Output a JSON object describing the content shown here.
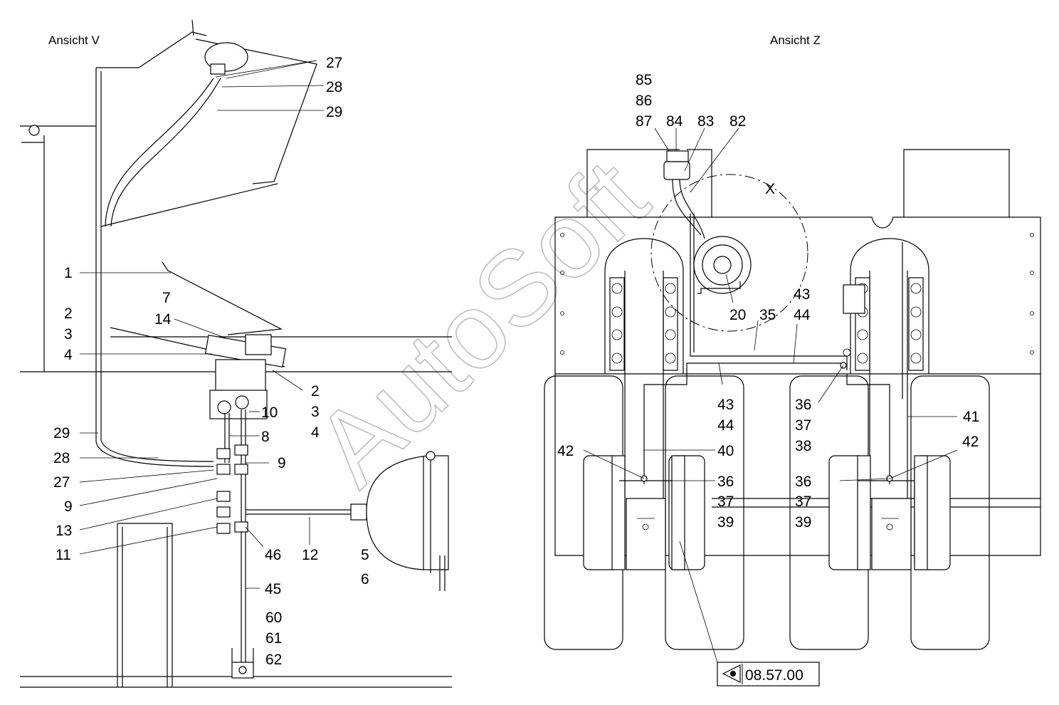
{
  "views": {
    "left_title": "Ansicht V",
    "right_title": "Ansicht Z",
    "detail_marker": "X"
  },
  "watermark": "AutoSoft",
  "reference_box": {
    "text": "08.57.00",
    "icon": "eye-reference-icon"
  },
  "left_labels": {
    "l27a": "27",
    "l28a": "28",
    "l29a": "29",
    "l1": "1",
    "l7": "7",
    "l14": "14",
    "l2a": "2",
    "l3a": "3",
    "l4a": "4",
    "l2b": "2",
    "l3b": "3",
    "l4b": "4",
    "l10": "10",
    "l8": "8",
    "l9a": "9",
    "l29b": "29",
    "l28b": "28",
    "l27b": "27",
    "l9b": "9",
    "l13": "13",
    "l11": "11",
    "l46": "46",
    "l12": "12",
    "l5": "5",
    "l6": "6",
    "l45": "45",
    "l60": "60",
    "l61": "61",
    "l62": "62"
  },
  "right_labels": {
    "r85": "85",
    "r86": "86",
    "r87": "87",
    "r84": "84",
    "r83": "83",
    "r82": "82",
    "r20": "20",
    "r35": "35",
    "r43a": "43",
    "r44a": "44",
    "r43b": "43",
    "r44b": "44",
    "r40": "40",
    "r42a": "42",
    "r36a": "36",
    "r37a": "37",
    "r39a": "39",
    "r36b": "36",
    "r37b": "37",
    "r38": "38",
    "r41": "41",
    "r42b": "42",
    "r36c": "36",
    "r37c": "37",
    "r39b": "39"
  }
}
